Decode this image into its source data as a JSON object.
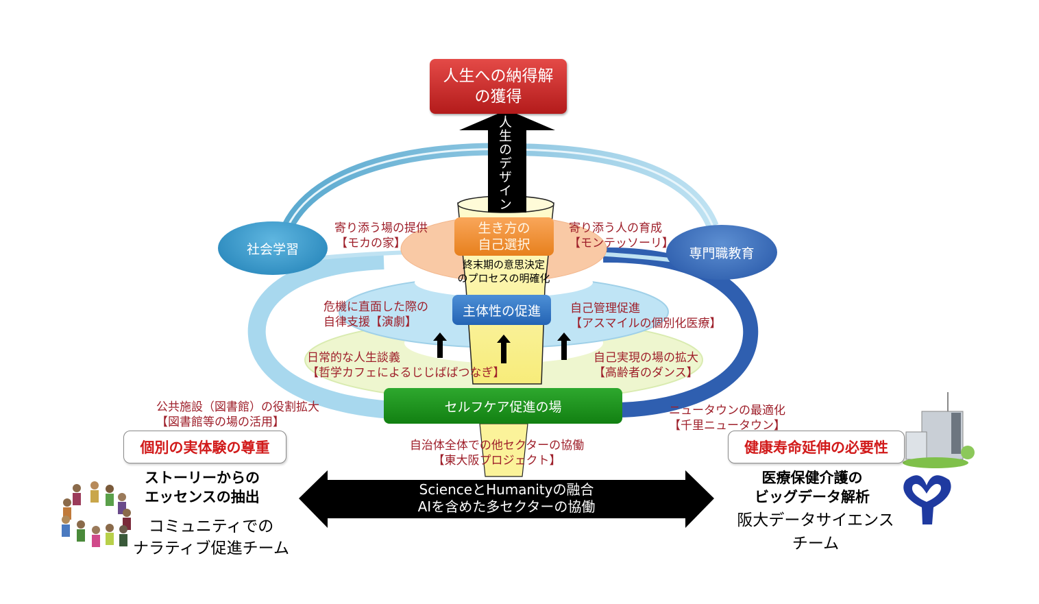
{
  "diagram": {
    "top_goal": {
      "line1": "人生への納得解",
      "line2": "の獲得"
    },
    "vertical_arrow_label": "人生のデザイン",
    "layer_top": {
      "line1": "生き方の",
      "line2": "自己選択"
    },
    "layer_top_caption": {
      "line1": "終末期の意思決定",
      "line2": "のプロセスの明確化"
    },
    "layer_middle": {
      "label": "主体性の促進"
    },
    "base": {
      "label": "セルフケア促進の場"
    },
    "left_oval": {
      "label": "社会学習"
    },
    "right_oval": {
      "label": "専門職教育"
    },
    "annotations": {
      "top_left": {
        "line1": "寄り添う場の提供",
        "line2": "【モカの家】"
      },
      "top_right": {
        "line1": "寄り添う人の育成",
        "line2": "【モンテッソーリ】"
      },
      "middle_left": {
        "line1": "危機に直面した際の",
        "line2": "自律支援【演劇】"
      },
      "middle_right": {
        "line1": "自己管理促進",
        "line2": "【アスマイルの個別化医療】"
      },
      "lower_left": {
        "line1": "日常的な人生談義",
        "line2": "【哲学カフェによるじじばばつなぎ】"
      },
      "lower_right": {
        "line1": "自己実現の場の拡大",
        "line2": "【高齢者のダンス】"
      },
      "outer_left": {
        "line1": "公共施設（図書館）の役割拡大",
        "line2": "【図書館等の場の活用】"
      },
      "outer_right": {
        "line1": "ニュータウンの最適化",
        "line2": "【千里ニュータウン】"
      },
      "bottom_center": {
        "line1": "自治体全体での他セクターの協働",
        "line2": "【東大阪プロジェクト】"
      }
    },
    "left_team": {
      "box": "個別の実体験の尊重",
      "bold1": "ストーリーからの",
      "bold2": "エッセンスの抽出",
      "name1": "コミュニティでの",
      "name2": "ナラティブ促進チーム",
      "image": "people-circle-illustration"
    },
    "right_team": {
      "box": "健康寿命延伸の必要性",
      "bold1": "医療保健介護の",
      "bold2": "ビッグデータ解析",
      "name1": "阪大データサイエンス",
      "name2": "チーム",
      "image": "hospital-building-illustration",
      "logo": "ginkgo-logo"
    },
    "double_arrow": {
      "line1": "ScienceとHumanityの融合",
      "line2": "AIを含めた多セクターの協働"
    },
    "colors": {
      "annotation_text": "#9e1f2a",
      "goal_red": "#c62828",
      "orange": "#f08a2b",
      "blue": "#2f6fc0",
      "green": "#1a8f1a",
      "funnel_yellow": "#fbf39a",
      "left_loop": "#7cc4e6",
      "right_loop": "#2f5fb0"
    }
  }
}
